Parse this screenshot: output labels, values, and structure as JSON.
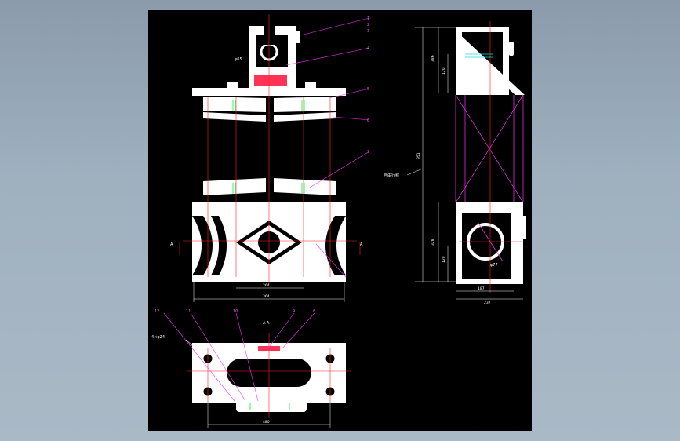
{
  "colors": {
    "background": "#000000",
    "part": "#ffffff",
    "centerline": "#ff2222",
    "leader": "#ff33ff",
    "hatch": "#ff3355",
    "green": "#22ff55",
    "cyan": "#22dddd"
  },
  "front_view": {
    "part_numbers": [
      "1",
      "2",
      "3",
      "4",
      "5",
      "6",
      "7"
    ],
    "diameter_label": "φ65",
    "dim_inner": "264",
    "dim_outer": "364",
    "section_mark_left": "A",
    "section_mark_right": "A"
  },
  "side_view": {
    "dim_top_1": "386",
    "dim_top_2": "120",
    "dim_total": "951",
    "dim_bottom_1": "328",
    "dim_bottom_2": "120",
    "dim_width_1": "187",
    "dim_width_2": "237",
    "diameter_label": "φ77",
    "free_stroke_label": "自由行程"
  },
  "bottom_view": {
    "title": "A-A",
    "part_numbers": [
      "12",
      "11",
      "10",
      "9",
      "8"
    ],
    "hole_note": "4×φ24",
    "dim_width": "480"
  }
}
